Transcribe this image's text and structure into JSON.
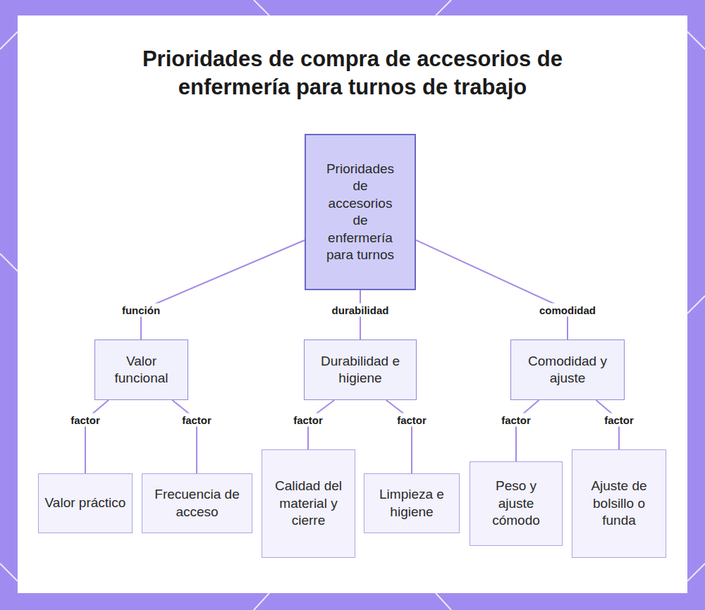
{
  "diagram": {
    "title": "Prioridades de compra de accesorios de enfermería para turnos de trabajo",
    "nodes": [
      {
        "text": [
          "Prioridades de accesorios de enfermería para turnos"
        ]
      },
      {
        "text": [
          "Valor funcional"
        ]
      },
      {
        "text": [
          "Durabilidad e higiene"
        ]
      },
      {
        "text": [
          "Comodidad y ajuste"
        ]
      },
      {
        "text": [
          "Valor práctico"
        ]
      },
      {
        "text": [
          "Frecuencia de acceso"
        ]
      },
      {
        "text": [
          "Calidad del material y cierre"
        ]
      },
      {
        "text": [
          "Limpieza e higiene"
        ]
      },
      {
        "text": [
          "Peso y ajuste cómodo"
        ]
      },
      {
        "text": [
          "Ajuste de bolsillo o funda"
        ]
      }
    ],
    "edges": [
      {
        "from": 0,
        "to": 1,
        "label": "función",
        "arrow": "none"
      },
      {
        "from": 0,
        "to": 2,
        "label": "durabilidad",
        "arrow": "none"
      },
      {
        "from": 0,
        "to": 3,
        "label": "comodidad",
        "arrow": "none"
      },
      {
        "from": 1,
        "to": 4,
        "label": "factor",
        "arrow": "none"
      },
      {
        "from": 1,
        "to": 5,
        "label": "factor",
        "arrow": "none"
      },
      {
        "from": 2,
        "to": 6,
        "label": "factor",
        "arrow": "none"
      },
      {
        "from": 2,
        "to": 7,
        "label": "factor",
        "arrow": "none"
      },
      {
        "from": 3,
        "to": 8,
        "label": "factor",
        "arrow": "none"
      },
      {
        "from": 3,
        "to": 9,
        "label": "factor",
        "arrow": "none"
      }
    ]
  }
}
